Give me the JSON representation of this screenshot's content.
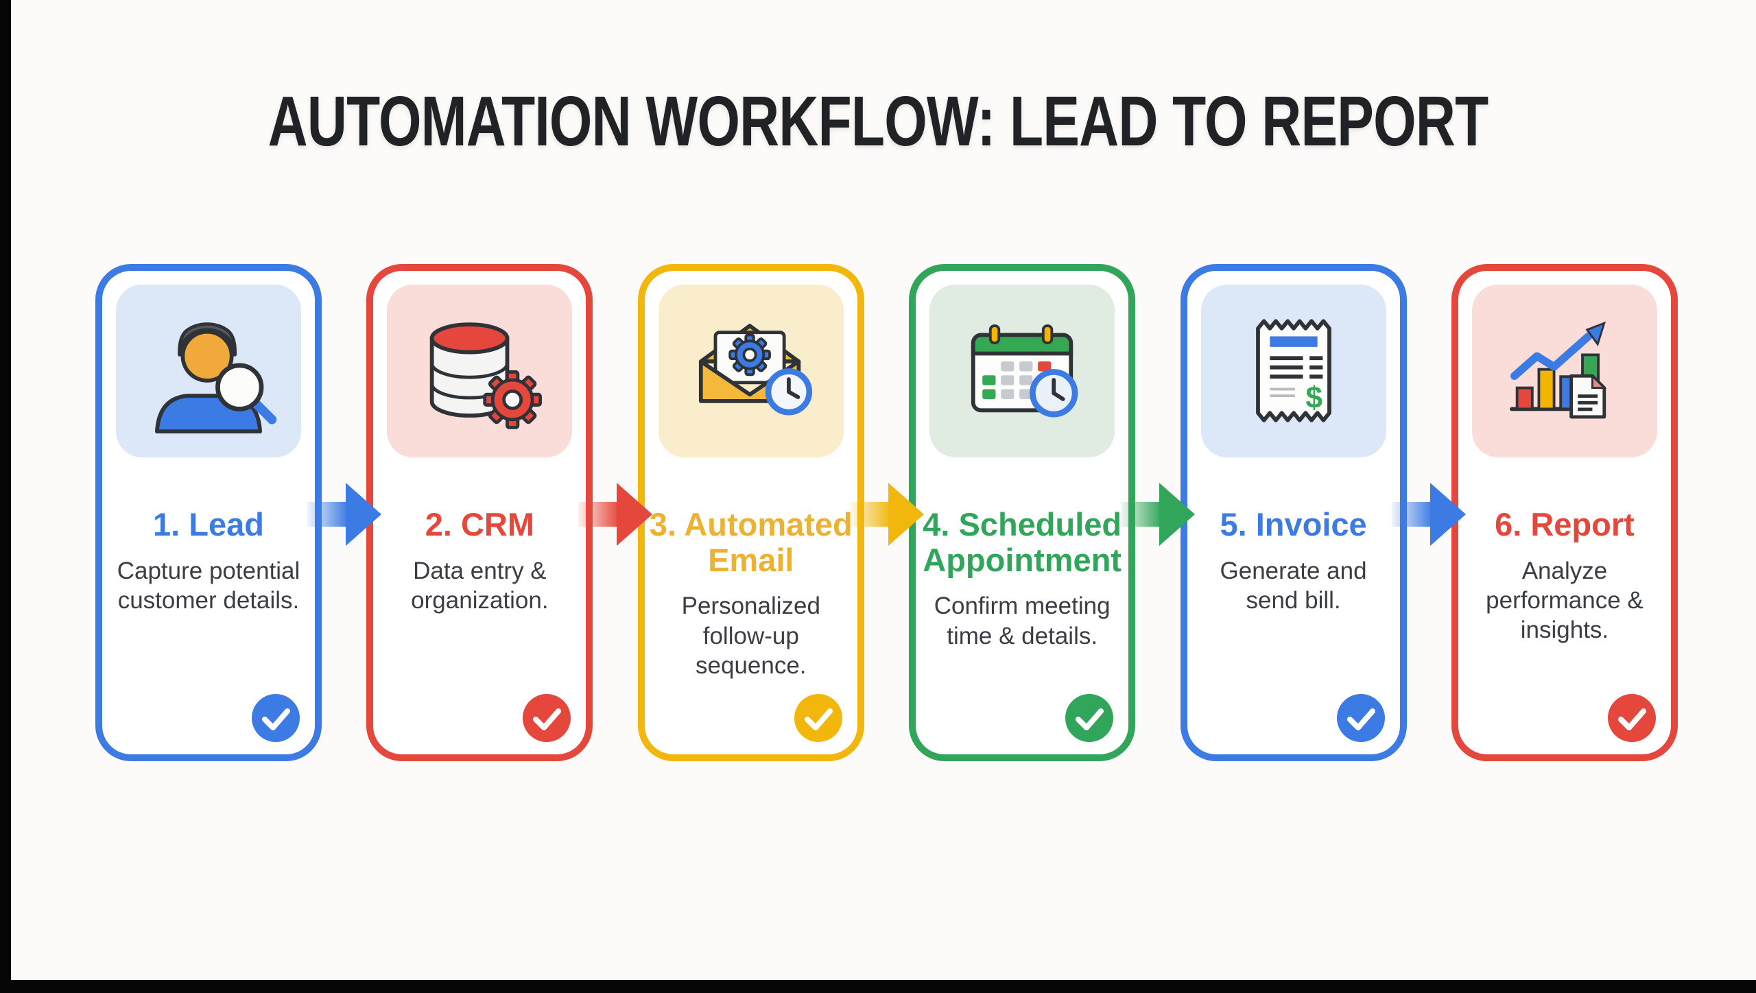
{
  "title": "AUTOMATION WORKFLOW: LEAD TO REPORT",
  "steps": [
    {
      "label": "1. Lead",
      "label_lines": [
        "1. Lead"
      ],
      "description": "Capture potential customer details.",
      "description_lines": [
        "Capture potential",
        "customer details."
      ],
      "color": "#3C7BE4",
      "tile_bg": "#DCE7F8",
      "icon": "person-search-icon",
      "status_icon": "checkmark-icon"
    },
    {
      "label": "2. CRM",
      "label_lines": [
        "2. CRM"
      ],
      "description": "Data entry & organization.",
      "description_lines": [
        "Data entry &",
        "organization."
      ],
      "color": "#E5473C",
      "tile_bg": "#FADCD9",
      "icon": "database-gear-icon",
      "status_icon": "checkmark-icon"
    },
    {
      "label": "3. Automated Email",
      "label_lines": [
        "3. Automated",
        "Email"
      ],
      "description": "Personalized follow-up sequence.",
      "description_lines": [
        "Personalized",
        "follow-up",
        "sequence."
      ],
      "color": "#F2B70D",
      "heading_color": "#EBB234",
      "tile_bg": "#FAEDCB",
      "icon": "email-gear-clock-icon",
      "status_icon": "checkmark-icon"
    },
    {
      "label": "4. Scheduled Appointment",
      "label_lines": [
        "4. Scheduled",
        "Appointment"
      ],
      "description": "Confirm meeting time & details.",
      "description_lines": [
        "Confirm meeting",
        "time & details."
      ],
      "color": "#31A65A",
      "tile_bg": "#E0ECE2",
      "icon": "calendar-clock-icon",
      "status_icon": "checkmark-icon"
    },
    {
      "label": "5. Invoice",
      "label_lines": [
        "5. Invoice"
      ],
      "description": "Generate and send bill.",
      "description_lines": [
        "Generate and",
        "send bill."
      ],
      "color": "#3C7BE4",
      "tile_bg": "#DCE7F8",
      "icon": "invoice-receipt-icon",
      "status_icon": "checkmark-icon"
    },
    {
      "label": "6. Report",
      "label_lines": [
        "6. Report"
      ],
      "description": "Analyze performance & insights.",
      "description_lines": [
        "Analyze",
        "performance &",
        "insights."
      ],
      "color": "#E5473C",
      "tile_bg": "#FADCD9",
      "icon": "report-chart-icon",
      "status_icon": "checkmark-icon"
    }
  ],
  "arrows": [
    {
      "icon": "arrow-right-icon",
      "color": "#3C7BE4"
    },
    {
      "icon": "arrow-right-icon",
      "color": "#E5473C"
    },
    {
      "icon": "arrow-right-icon",
      "color": "#F2B70D"
    },
    {
      "icon": "arrow-right-icon",
      "color": "#31A65A"
    },
    {
      "icon": "arrow-right-icon",
      "color": "#3C7BE4"
    }
  ]
}
